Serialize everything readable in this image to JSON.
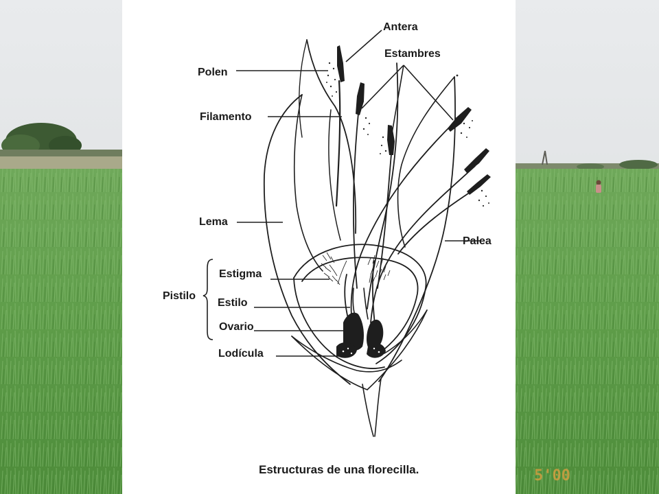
{
  "labels": {
    "antera": "Antera",
    "estambres": "Estambres",
    "polen": "Polen",
    "filamento": "Filamento",
    "lema": "Lema",
    "palea": "Palea",
    "pistilo": "Pistilo",
    "estigma": "Estigma",
    "estilo": "Estilo",
    "ovario": "Ovario",
    "lodicula": "Lodícula"
  },
  "caption": "Estructuras de una florecilla.",
  "date_stamp": "5'00",
  "colors": {
    "sky": "#e4e6e8",
    "grass": "#5f9d4a",
    "paper": "#ffffff",
    "ink": "#1e1e1e",
    "stamp": "#e0a040"
  }
}
